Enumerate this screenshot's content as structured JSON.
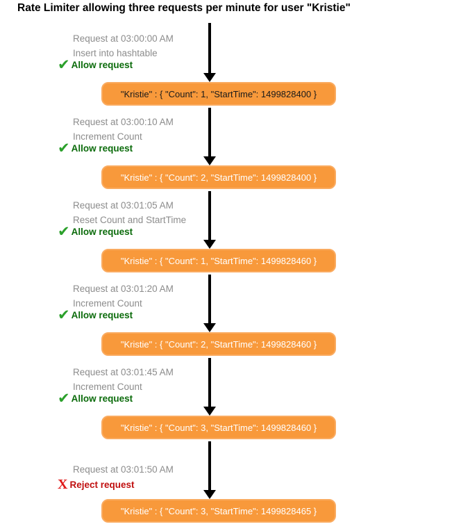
{
  "title": "Rate Limiter allowing three requests per minute for user \"Kristie\"",
  "icons": {
    "check_glyph": "✔",
    "x_glyph": "X"
  },
  "colors": {
    "title_text": "#000000",
    "muted_text": "#8c8c8c",
    "check_green": "#2ba02b",
    "allow_green": "#0b6b0b",
    "x_red": "#e01a1a",
    "reject_red": "#c00f0f",
    "box_fill": "#f8993b",
    "box_border": "#faab60",
    "box_text": "#ffffff",
    "box_text_first": "#1a1a1a",
    "arrow": "#000000"
  },
  "steps": [
    {
      "time": "Request at 03:00:00 AM",
      "action": "Insert into hashtable",
      "decision": "Allow request",
      "outcome": "allow",
      "state": "\"Kristie\" : { \"Count\": 1, \"StartTime\": 1499828400 }"
    },
    {
      "time": "Request at 03:00:10 AM",
      "action": "Increment Count",
      "decision": "Allow request",
      "outcome": "allow",
      "state": "\"Kristie\" : { \"Count\": 2, \"StartTime\": 1499828400 }"
    },
    {
      "time": "Request at 03:01:05 AM",
      "action": "Reset Count and StartTime",
      "decision": "Allow request",
      "outcome": "allow",
      "state": "\"Kristie\" : { \"Count\": 1, \"StartTime\": 1499828460 }"
    },
    {
      "time": "Request at 03:01:20 AM",
      "action": "Increment Count",
      "decision": "Allow request",
      "outcome": "allow",
      "state": "\"Kristie\" : { \"Count\": 2, \"StartTime\": 1499828460 }"
    },
    {
      "time": "Request at 03:01:45 AM",
      "action": "Increment Count",
      "decision": "Allow request",
      "outcome": "allow",
      "state": "\"Kristie\" : { \"Count\": 3, \"StartTime\": 1499828460 }"
    },
    {
      "time": "Request at 03:01:50 AM",
      "decision": "Reject request",
      "outcome": "reject",
      "state": "\"Kristie\" : { \"Count\": 3, \"StartTime\": 1499828465 }"
    }
  ]
}
